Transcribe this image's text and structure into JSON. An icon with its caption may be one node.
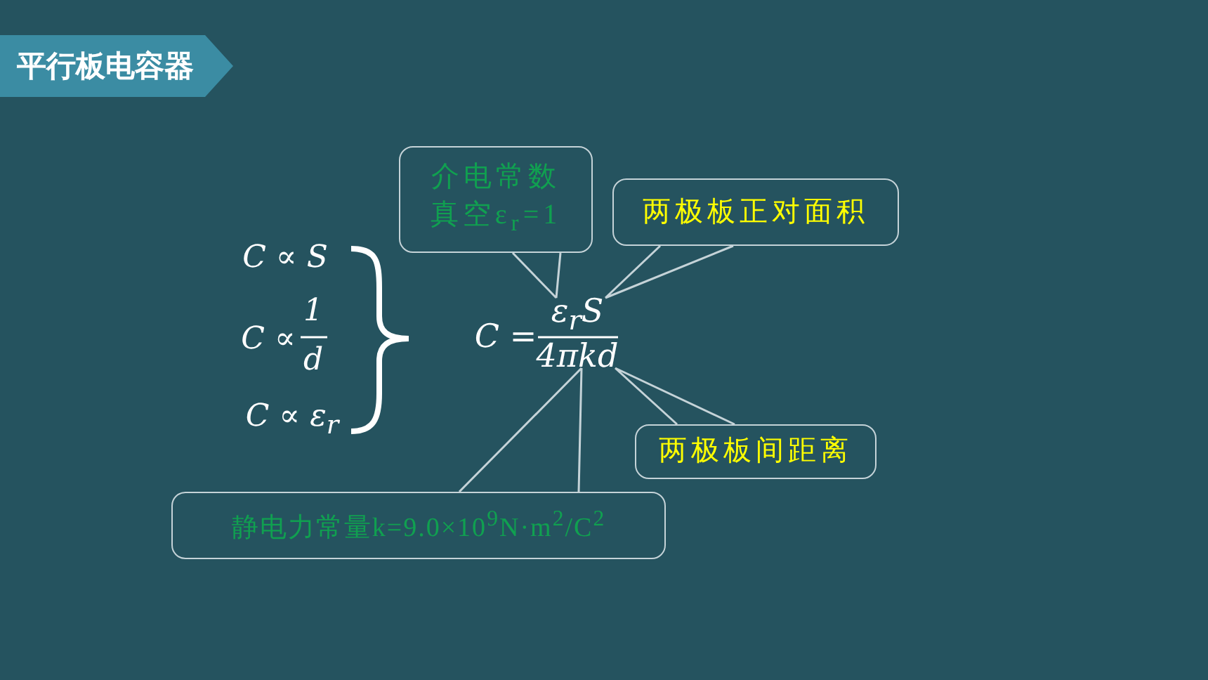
{
  "diagram": {
    "title": "平行板电容器",
    "nodes": [
      {
        "text": [
          "C =",
          "ε$_{r}$S",
          "4πkd"
        ]
      },
      {
        "text": [
          "介电常数",
          "真空ε$_{r}$=1"
        ]
      },
      {
        "text": [
          "两极板正对面积"
        ]
      },
      {
        "text": [
          "两极板间距离"
        ]
      },
      {
        "text": [
          "静电力常量k=9.0×10$^{9}$N·m$^{2}$/C$^{2}$"
        ]
      }
    ],
    "edges": [
      {
        "from": 1,
        "to": 0,
        "arrow": "none"
      },
      {
        "from": 2,
        "to": 0,
        "arrow": "none"
      },
      {
        "from": 3,
        "to": 0,
        "arrow": "none"
      },
      {
        "from": 4,
        "to": 0,
        "arrow": "none"
      }
    ],
    "labels": [
      "C ∝ S",
      "C ∝",
      "1",
      "d",
      "C ∝ ε$_{r}$"
    ]
  }
}
